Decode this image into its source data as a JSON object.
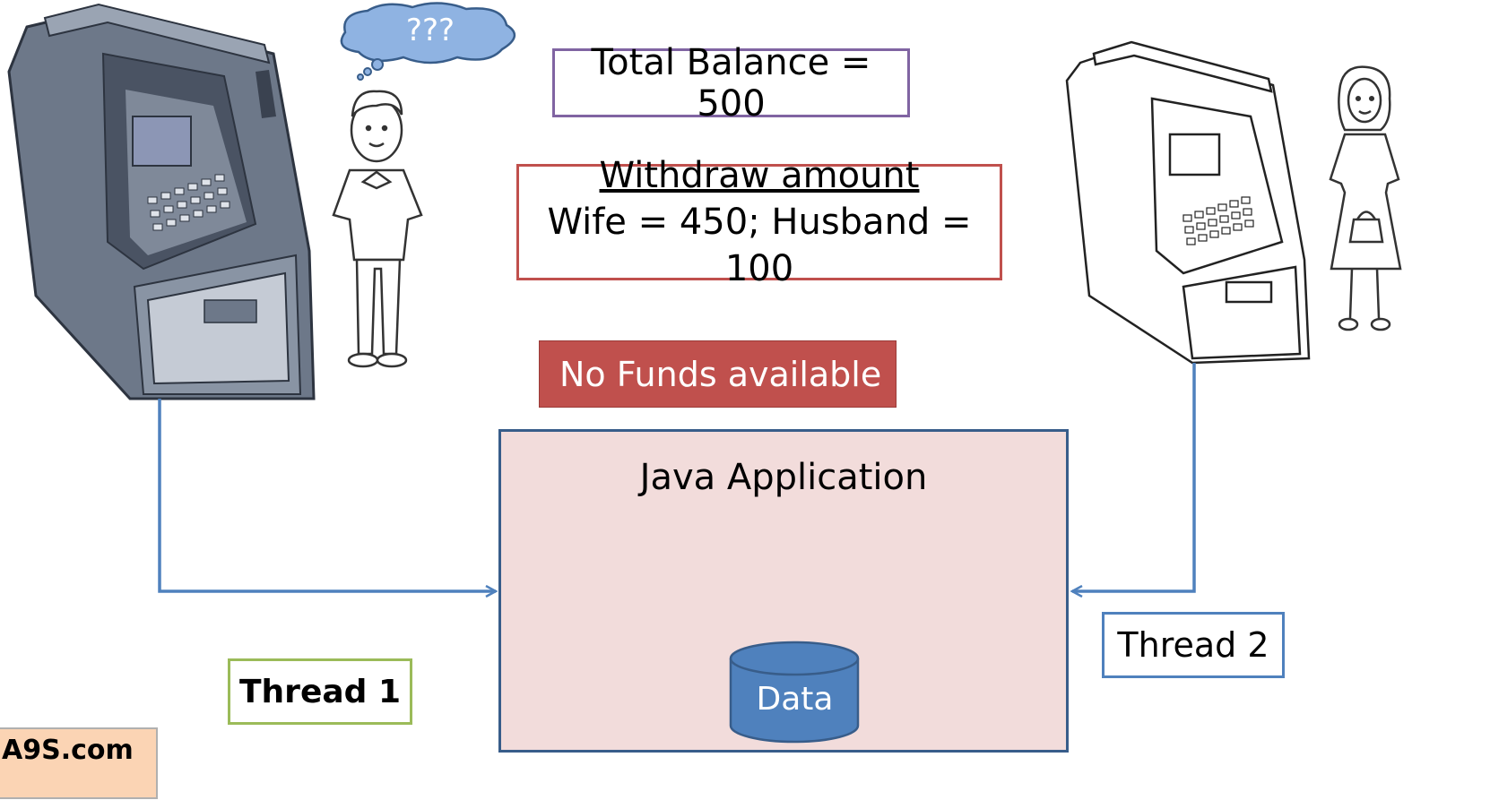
{
  "balance_label": "Total Balance = 500",
  "withdraw": {
    "heading": "Withdraw amount",
    "details": "Wife = 450; Husband = 100"
  },
  "no_funds_label": "No Funds available",
  "java_app_label": "Java Application",
  "data_label": "Data",
  "thread1_label": "Thread 1",
  "thread2_label": "Thread 2",
  "thought_label": "???",
  "watermark_text": "A9S.com",
  "colors": {
    "balance_border": "#8064a2",
    "withdraw_border": "#c0504d",
    "no_funds_fill": "#c0504d",
    "app_fill": "#f2dcdb",
    "app_border": "#385d8a",
    "arrow": "#4f81bd",
    "thread1_border": "#9bbb59",
    "thread2_border": "#4f81bd",
    "atm_body": "#7a8595"
  },
  "icons": [
    "atm-icon-left",
    "husband-figure-icon",
    "thought-bubble-icon",
    "atm-icon-right",
    "wife-figure-icon",
    "database-icon"
  ]
}
